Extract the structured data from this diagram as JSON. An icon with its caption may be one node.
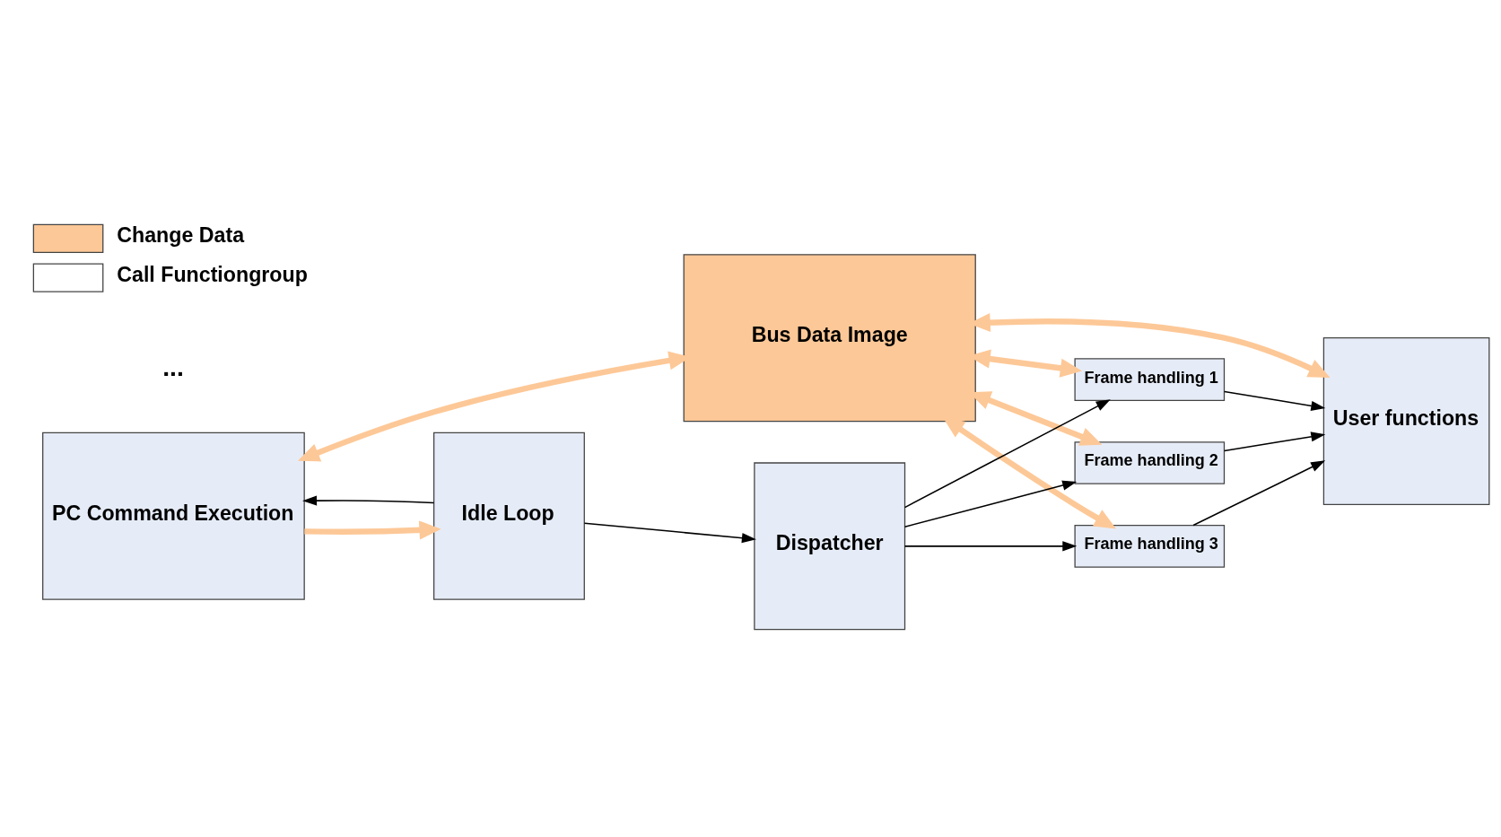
{
  "diagram": {
    "nodes": [
      {
        "text": [
          "PC Command Execution"
        ]
      },
      {
        "text": [
          "Bus Data Image"
        ]
      },
      {
        "text": [
          "Idle Loop"
        ]
      },
      {
        "text": [
          "Dispatcher"
        ]
      },
      {
        "text": [
          "Frame handling 1"
        ]
      },
      {
        "text": [
          "Frame handling 2"
        ]
      },
      {
        "text": [
          "Frame handling 3"
        ]
      },
      {
        "text": [
          "User functions"
        ]
      }
    ],
    "edges": [
      {
        "from": 0,
        "to": 1,
        "arrow": "both",
        "style": "thick",
        "color": "#fdc897"
      },
      {
        "from": 1,
        "to": 7,
        "arrow": "both",
        "style": "thick",
        "color": "#fdc897"
      },
      {
        "from": 0,
        "to": 2,
        "arrow": "to",
        "style": "thick",
        "color": "#fdc897"
      },
      {
        "from": 2,
        "to": 0,
        "arrow": "to"
      },
      {
        "from": 1,
        "to": 6,
        "arrow": "both",
        "style": "thick",
        "color": "#fdc897"
      },
      {
        "from": 1,
        "to": 5,
        "arrow": "both",
        "style": "thick",
        "color": "#fdc897"
      },
      {
        "from": 1,
        "to": 4,
        "arrow": "both",
        "style": "thick",
        "color": "#fdc897"
      },
      {
        "from": 2,
        "to": 3,
        "arrow": "to"
      },
      {
        "from": 3,
        "to": 4,
        "arrow": "to"
      },
      {
        "from": 3,
        "to": 5,
        "arrow": "to"
      },
      {
        "from": 3,
        "to": 6,
        "arrow": "to"
      },
      {
        "from": 4,
        "to": 7,
        "arrow": "to"
      },
      {
        "from": 5,
        "to": 7,
        "arrow": "to"
      },
      {
        "from": 6,
        "to": 7,
        "arrow": "to"
      }
    ],
    "labels": [
      "..."
    ],
    "legend": [
      {
        "text": "Change Data",
        "color": "#fdc897"
      },
      {
        "text": "Call Functiongroup",
        "color": "#ffffff"
      }
    ]
  }
}
